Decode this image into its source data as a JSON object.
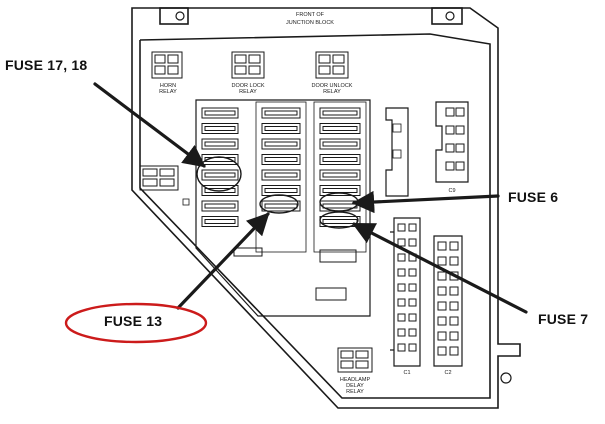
{
  "diagram": {
    "header": {
      "line1": "FRONT OF",
      "line2": "JUNCTION BLOCK"
    },
    "relays": {
      "horn": [
        "HORN",
        "RELAY"
      ],
      "door_lock": [
        "DOOR LOCK",
        "RELAY"
      ],
      "door_unlock": [
        "DOOR UNLOCK",
        "RELAY"
      ],
      "headlamp_delay": [
        "HEADLAMP",
        "DELAY",
        "RELAY"
      ]
    },
    "connectors": {
      "c9": "C9",
      "c1": "C1",
      "c2": "C2"
    },
    "callouts": {
      "fuse_17_18": "FUSE 17, 18",
      "fuse_13": "FUSE 13",
      "fuse_6": "FUSE 6",
      "fuse_7": "FUSE 7"
    },
    "colors": {
      "line": "#1a1a1a",
      "highlight_oval": "#cc1b1b",
      "background": "#ffffff"
    }
  }
}
